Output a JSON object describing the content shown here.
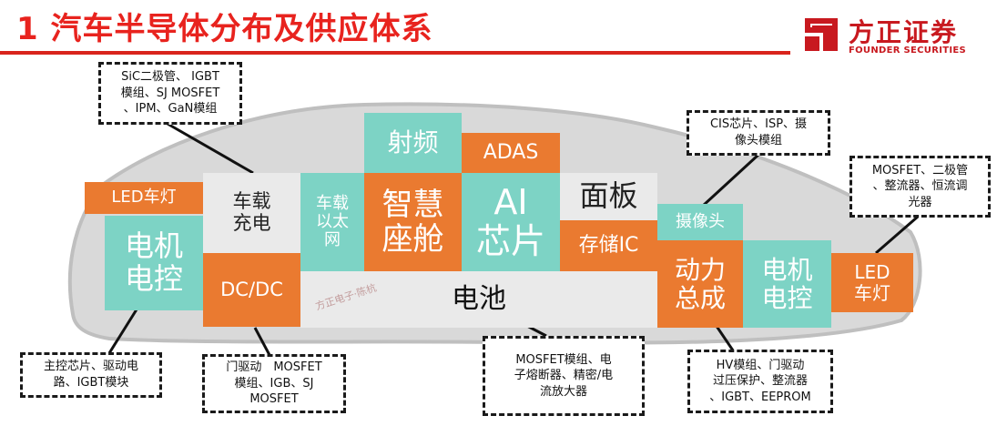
{
  "header": {
    "title": "1 汽车半导体分布及供应体系",
    "logo_cn": "方正证券",
    "logo_en": "FOUNDER SECURITIES",
    "accent_color": "#e8231e"
  },
  "blocks": {
    "led_left": "LED车灯",
    "motor_left": "电机\n电控",
    "onboard_charge": "车载\n充电",
    "dcdc": "DC/DC",
    "ethernet": "车载\n以太\n网",
    "rf": "射频",
    "smart_cockpit": "智慧\n座舱",
    "adas": "ADAS",
    "ai_chip": "AI\n芯片",
    "panel": "面板",
    "storage": "存储IC",
    "camera": "摄像头",
    "powertrain": "动力\n总成",
    "motor_right": "电机\n电控",
    "led_right": "LED\n车灯",
    "battery": "电池"
  },
  "notes": {
    "sic": "SiC二极管、 IGBT\n模组、SJ MOSFET\n、IPM、GaN模组",
    "cis": "CIS芯片、ISP、摄\n像头模组",
    "mosfet_led": "MOSFET、二极管\n、整流器、恒流调\n光器",
    "main_ctrl": "主控芯片、驱动电\n路、IGBT模块",
    "gate_drive": "门驱动　MOSFET\n模组、IGB、SJ\nMOSFET",
    "battery_parts": "MOSFET模组、电\n子熔断器、精密/电\n流放大器",
    "hv": "HV模组、门驱动\n过压保护、整流器\n、IGBT、EEPROM"
  },
  "watermark": "方正电子·陈杭",
  "colors": {
    "teal": "#7dd3c5",
    "orange": "#ea7a30",
    "light": "#eaeaea",
    "car_body": "#d9d9d9"
  }
}
